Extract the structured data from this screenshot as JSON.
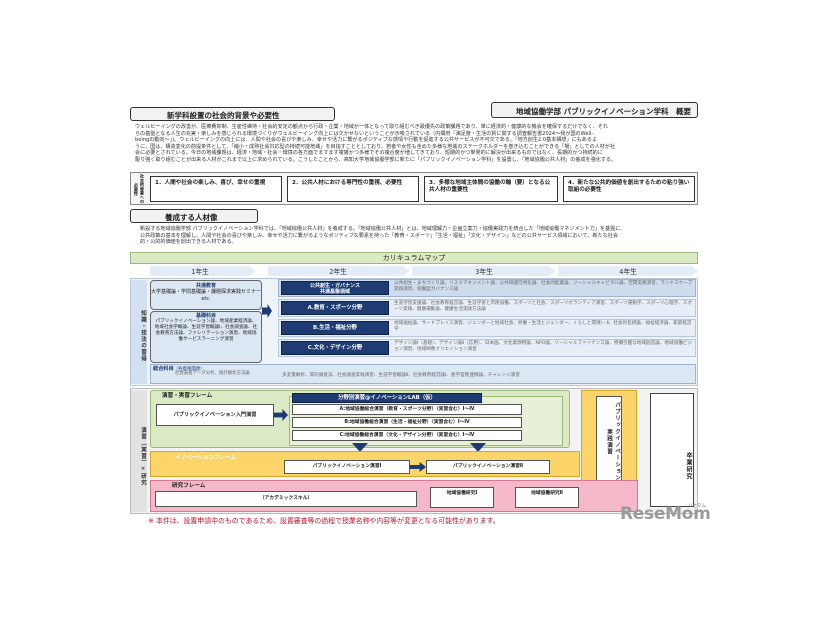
{
  "header": {
    "section1_title": "新学科設置の社会的背景や必要性",
    "doc_title": "地域協働学部 パブリックイノベーション学科　概要",
    "section1_lines": [
      "ウェルビーイングの改善が、医療費抑制、生産性維持・社会的安定の観点から行政・企業・地域が一体となって取り組むべき最優先の政策課題であり、単に経済的・健康的な機会を確保するだけでなく、それ",
      "らの基盤となる人生の充実・楽しみを感じられる環境づくりがウェルビーイング向上には欠かせないということが示唆されている（内閣府「満足度・生活の質に関する調査報告書2024～我が国のWell-",
      "beingの動向～」)。ウェルビーイングの向上には、人間や社会の喜びや楽しみ、幸せや活力に繋がるポジティブな感情や行動を促進する公共サービスが不可欠である。「地方創生2.0基本構想」にもあるよ",
      "うに、国は、構造変化の前提条件として、「縮小・成熟社会対応型の持続可能地域」を目指すこととしており、若者や女性も含めた多様な地域のステークホルダーを巻き込むことができる「場」としての人材が社",
      "会に必要とされている。今日の地域課題は、経済・地域・社会・環境の各方面でますます複雑かつ多様でその複合度が増してきており、短期的かつ単発的に解決が出来るものではなく、長期的かつ持続的に",
      "駆り強く取り組むことが出来る人材がこれまで以上に求められている。こうしたことから、高知大学地域協働学部に新たに「パブリックイノベーション学科」を設置し、「地域協働公共人材」の養成を強化する。"
    ],
    "side_label": "社会的背景への必要性",
    "needs": [
      "1．人間や社会の楽しみ、喜び、幸せの重視",
      "2．公共人材における専門性の重視、必要性",
      "3．多様な地域主体間の協働の輸（要）となる公共人材の重要性",
      "4．新たな公共的価値を創出するための粘り強い取組の必要性"
    ],
    "section2_title": "養成する人材像",
    "section2_lines": [
      "新設する地域協働学部 パブリックイノベーション学科では、「地域協働公共人材」を養成する。「地域協働公共人材」とは、地域理解力・企画立案力・協働実践力を統合した「地域協働マネジメント力」を基盤に、",
      "公共政策の基本を理解し、人間や社会の喜びや楽しみ、幸せや活力に繋がるようなポジティブな要素を持った「教育・スポーツ」「生活・福祉」「文化・デザイン」などの公共サービス領域において、新たな社会",
      "的・公的的価値を創出できる人材である。"
    ]
  },
  "curriculum": {
    "title": "カリキュラムマップ",
    "years": [
      "1年生",
      "2年生",
      "3年生",
      "4年生"
    ],
    "left_label_top": "知識・技法の習得",
    "left_label_bottom": "演習（実習）×研究",
    "y1_common_title": "共通教育",
    "y1_common_body": "大学基礎論・学問基礎論・課題探求実践セミナー etc.",
    "y1_kiso_title": "基礎科目",
    "y1_kiso_body": "パブリックイノベーション論、地域産業経済論、地域社会学概論、生涯学習概論Ⅰ、社会調査論、社会教育方法論、ファシリテーション演習、地域協働サービスラーニング演習",
    "fields": [
      {
        "name": "公共創生・ガバナンス\n共通基盤領域",
        "desc": "公共創生・まちづくり論、リスクマネジメント論、公共価値可視化論、社会的起業論、ソーシャルキャピタル論、空間実務演習、ランドスケープ実践演習、協働型ガバナンス論"
      },
      {
        "name": "A.教育・スポーツ分野",
        "desc": "生涯学習支援論、社会教育経営論、生涯学習と市民協働、スポーツと社会、スポーツボランティア演習、スポーツ運動学、スポーツ心理学、スポーツ実践、健康運動論、健康生活実践方法論"
      },
      {
        "name": "B.生活・福祉分野",
        "desc": "地域福祉論、サードプレイス演習、ジェンダーと地域社会、労働・生活とジェンダー、くらしと環境Ⅰ・Ⅱ、社会的包摂論、福祉経済論、家庭経営学"
      },
      {
        "name": "C.文化・デザイン分野",
        "desc": "デザイン論Ⅰ（基礎）、デザイン論Ⅱ（応用）、日本画、文化資源特論、NPO論、ソーシャルファイナンス論、特撮引獲な地域創造論、地域協働ビジョン演習、地域映像クリエイション演習"
      }
    ],
    "sogo_title": "総合科目",
    "sogo_sub": "（各資格関連）",
    "sogo_body_left": "社会調査データ分析、統計解析方法論",
    "sogo_body_right": "多変量解析、質的調査法、社会調査実践演習、生涯学習概論Ⅱ、社会教育経営論Ⅰ、産学官民連携論、チャレンジ演習",
    "frames": {
      "enshu": "演習・実習フレーム",
      "innovation": "イノベーションフレーム",
      "kenkyu": "研究フレーム"
    },
    "pi_intro": "パブリックイノベーション入門演習",
    "lab_title": "分野別演習@イノベーションLAB（仮）",
    "labs": [
      "A:地域協働総合演習（教育・スポーツ分野）（実習含む）Ⅰ～Ⅳ",
      "B:地域協働総合演習（生活・福祉分野）（実習含む）Ⅰ～Ⅳ",
      "C:地域協働総合演習（文化・デザイン分野）（実習含む）Ⅰ～Ⅳ"
    ],
    "pi_practice": "パブリックイノベーション実践演習",
    "pi1": "パブリックイノベーション演習Ⅰ",
    "pi2": "パブリックイノベーション演習Ⅱ",
    "academic": "（アカデミックスキル）",
    "research1": "地域協働研究Ⅰ",
    "research2": "地域協働研究Ⅱ",
    "graduation": "卒業研究"
  },
  "footer": {
    "note": "※ 本件は、設置申請中のものであるため、設置審査等の過程で授業名称や内容等が変更となる可能性があります。",
    "logo_small": "リセマム",
    "logo": "ReseMom"
  },
  "colors": {
    "navy": "#1f3b73",
    "light_blue": "#dce7f4",
    "yellow": "#fbd569",
    "green": "#dbeac4",
    "pink": "#f4b8c9",
    "red_note": "#c0142f"
  }
}
